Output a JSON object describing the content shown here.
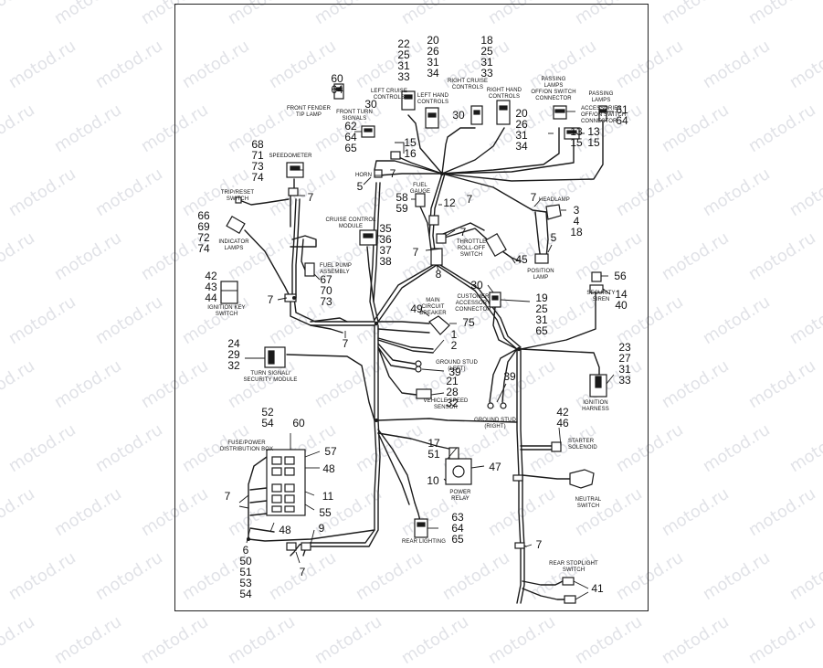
{
  "watermark": "motod.ru",
  "callouts": {
    "c1": [
      "60",
      "64"
    ],
    "c2": [
      "22",
      "25",
      "31",
      "33"
    ],
    "c3": [
      "20",
      "26",
      "31",
      "34"
    ],
    "c4": [
      "18",
      "25",
      "31",
      "33"
    ],
    "c5": "30",
    "c6": "30",
    "c7": [
      "20",
      "26",
      "31",
      "34"
    ],
    "c8": [
      "13",
      "15"
    ],
    "c9": [
      "13",
      "15"
    ],
    "c10": [
      "61",
      "64"
    ],
    "c11": [
      "62",
      "64",
      "65"
    ],
    "c12": [
      "15",
      "16"
    ],
    "c13": [
      "68",
      "71",
      "73",
      "74"
    ],
    "c14": "7",
    "c15": "5",
    "c16": "7",
    "c17": "7",
    "c18": [
      "58",
      "59"
    ],
    "c19": "12",
    "c20": "7",
    "c21": [
      "3",
      "4",
      "18"
    ],
    "c22": [
      "66",
      "69",
      "72",
      "74"
    ],
    "c23": [
      "35",
      "36",
      "37",
      "38"
    ],
    "c24": "7",
    "c25": "7",
    "c26": "5",
    "c27": "45",
    "c28": "8",
    "c29": [
      "67",
      "70",
      "73"
    ],
    "c30": [
      "42",
      "43",
      "44"
    ],
    "c31": "7",
    "c32": "56",
    "c33": [
      "14",
      "40"
    ],
    "c34": "30",
    "c35": [
      "19",
      "25",
      "31",
      "65"
    ],
    "c36": "49",
    "c37": "75",
    "c38": [
      "1",
      "2"
    ],
    "c39": "7",
    "c40": [
      "24",
      "29",
      "32"
    ],
    "c41": [
      "23",
      "27",
      "31",
      "33"
    ],
    "c42": "39",
    "c43": "39",
    "c44": [
      "21",
      "28",
      "32"
    ],
    "c45": [
      "52",
      "54"
    ],
    "c46": "60",
    "c47": "57",
    "c48": "48",
    "c49": [
      "42",
      "46"
    ],
    "c50": [
      "17",
      "51"
    ],
    "c51": "47",
    "c52": "10",
    "c53": "11",
    "c54": "55",
    "c55": "7",
    "c56": "48",
    "c57": "9",
    "c58": [
      "6",
      "50",
      "51",
      "53",
      "54"
    ],
    "c59": "7",
    "c60": [
      "63",
      "64",
      "65"
    ],
    "c61": "7",
    "c62": "41"
  },
  "labels": {
    "front_fender_tip_lamp": [
      "FRONT FENDER",
      "TIP LAMP"
    ],
    "left_cruise_controls": [
      "LEFT CRUISE",
      "CONTROLS"
    ],
    "left_hand_controls": [
      "LEFT HAND",
      "CONTROLS"
    ],
    "right_cruise_controls": [
      "RIGHT CRUISE",
      "CONTROLS"
    ],
    "right_hand_controls": [
      "RIGHT HAND",
      "CONTROLS"
    ],
    "passing_lamps_switch_connector": [
      "PASSING",
      "LAMPS",
      "OFF/ON SWITCH",
      "CONNECTOR"
    ],
    "passing_lamps": [
      "PASSING",
      "LAMPS"
    ],
    "accessories_switch_connector": [
      "ACCESSORIES",
      "OFF/ON SWITCH",
      "CONNECTOR"
    ],
    "front_turn_signals": [
      "FRONT TURN",
      "SIGNALS"
    ],
    "speedometer": [
      "SPEEDOMETER"
    ],
    "horn": [
      "HORN"
    ],
    "fuel_gauge": [
      "FUEL",
      "GAUGE"
    ],
    "trip_reset_switch": [
      "TRIP/RESET",
      "SWITCH"
    ],
    "headlamp": [
      "HEADLAMP"
    ],
    "cruise_control_module": [
      "CRUISE CONTROL",
      "MODULE"
    ],
    "throttle_roll_off_switch": [
      "THROTTLE",
      "ROLL-OFF",
      "SWITCH"
    ],
    "indicator_lamps": [
      "INDICATOR",
      "LAMPS"
    ],
    "fuel_pump_assembly": [
      "FUEL PUMP",
      "ASSEMBLY"
    ],
    "position_lamp": [
      "POSITION",
      "LAMP"
    ],
    "ignition_key_switch": [
      "IGNITION KEY",
      "SWITCH"
    ],
    "security_siren": [
      "SECURITY",
      "SIREN"
    ],
    "main_circuit_breaker": [
      "MAIN",
      "CIRCUIT",
      "BREAKER"
    ],
    "customer_accessory_connector": [
      "CUSTOMER",
      "ACCESSORY",
      "CONNECTOR"
    ],
    "turn_signal_security_module": [
      "TURN SIGNAL/",
      "SECURITY MODULE"
    ],
    "ground_stud_left": [
      "GROUND STUD",
      "(LEFT)"
    ],
    "vehicle_speed_sensor": [
      "VEHICLE SPEED",
      "SENSOR"
    ],
    "ground_stud_right": [
      "GROUND STUD",
      "(RIGHT)"
    ],
    "ignition_harness": [
      "IGNITION",
      "HARNESS"
    ],
    "fuse_power_distribution_box": [
      "FUSE/POWER",
      "DISTRIBUTION BOX"
    ],
    "starter_solenoid": [
      "STARTER",
      "SOLENOID"
    ],
    "power_relay": [
      "POWER",
      "RELAY"
    ],
    "neutral_switch": [
      "NEUTRAL",
      "SWITCH"
    ],
    "rear_lighting": [
      "REAR LIGHTING"
    ],
    "rear_stoplight_switch": [
      "REAR STOPLIGHT",
      "SWITCH"
    ]
  }
}
